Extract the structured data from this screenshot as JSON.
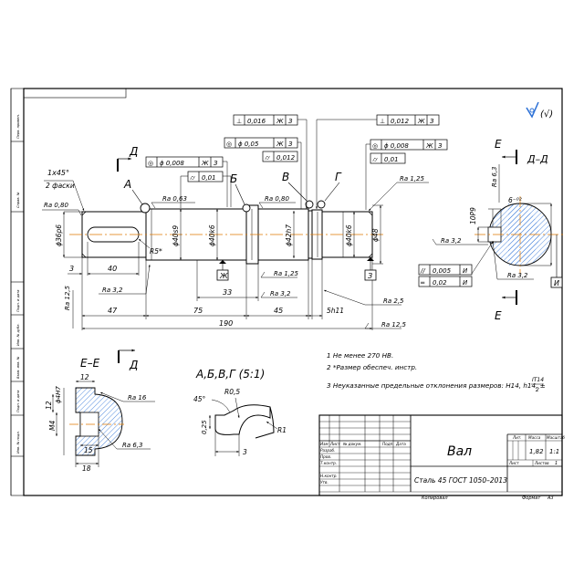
{
  "roughness_general": "(√)",
  "section_labels": {
    "D_top": "Д",
    "D_bottom": "Д",
    "E_top": "Е",
    "E_bottom": "Е",
    "DD": "Д–Д",
    "EE": "Е–Е",
    "detail": "А,Б,В,Г (5:1)"
  },
  "datum_letters": {
    "A": "А",
    "B": "Б",
    "V": "В",
    "G": "Г"
  },
  "datum_boxes": {
    "Zh": "Ж",
    "Z": "З",
    "I": "И"
  },
  "tolerance_frames": {
    "f1": [
      "⊥",
      "0,016",
      "Ж",
      "З"
    ],
    "f2": [
      "◎",
      "ϕ 0,05",
      "Ж",
      "З"
    ],
    "f3": [
      "⌭",
      "0,012"
    ],
    "f4": [
      "◎",
      "ϕ 0,008",
      "Ж",
      "З"
    ],
    "f5": [
      "⌭",
      "0,01"
    ],
    "f6": [
      "⊥",
      "0,012",
      "Ж",
      "З"
    ],
    "f7": [
      "◎",
      "ϕ 0,008",
      "Ж",
      "З"
    ],
    "f8": [
      "⌭",
      "0,01"
    ],
    "f9": [
      "//",
      "0,005",
      "И"
    ],
    "f10": [
      "═",
      "0,02",
      "И"
    ]
  },
  "roughness": {
    "r1": "Ra 0,80",
    "r2": "Ra 0,63",
    "r3": "Ra 0,80",
    "r4": "Ra 1,25",
    "r5": "Ra 3,2",
    "r6": "Ra 1,25",
    "r7": "Ra 3,2",
    "r8": "Ra 2,5",
    "r9": "Ra 12,5",
    "r10": "Ra 12,5",
    "r11": "Ra 3,2",
    "r12": "Ra 3,2",
    "r13": "Ra 6,3",
    "r14": "Ra 16",
    "r15": "Ra 6,3"
  },
  "dimensions": {
    "chamfer": "1x45°",
    "chamfer_note": "2 фаски",
    "d1": "ϕ36p6",
    "d2": "ϕ40s9",
    "d3": "ϕ40k6",
    "d4": "ϕ42h7",
    "d5": "ϕ40k6",
    "d6": "ϕ48",
    "l_3": "3",
    "l_40": "40",
    "l_47": "47",
    "l_75": "75",
    "l_33": "33",
    "l_45": "45",
    "l_5h11": "5h11",
    "l_190": "190",
    "r5": "R5*",
    "dd_width": "6⁻⁰²",
    "dd_depth": "10P9",
    "ee_d": "ϕ4H7",
    "ee_12a": "12",
    "ee_12b": "12",
    "ee_M4": "M4",
    "ee_15": "15",
    "ee_18": "18",
    "det_45": "45°",
    "det_R05": "R0,5",
    "det_R1": "R1",
    "det_025": "0,25",
    "det_3": "3"
  },
  "notes": [
    "1  Не менее 270 НВ.",
    "2  *Размер обеспеч. инстр.",
    "3  Неуказанные предельные отклонения размеров: H14, h14, ±"
  ],
  "note_fraction": {
    "num": "IT14",
    "den": "2"
  },
  "title_block": {
    "name": "Вал",
    "material": "Сталь 45  ГОСТ 1050–2013",
    "col_headers": [
      "Изм",
      "Лист",
      "№ докум.",
      "Подп.",
      "Дата"
    ],
    "roles": [
      "Разраб.",
      "Пров.",
      "Т.контр.",
      "Н.контр.",
      "Утв."
    ],
    "lit": "Лит.",
    "mass": "Масса",
    "scale": "Масштаб",
    "mass_value": "1,82",
    "scale_value": "1:1",
    "sheet_label": "Лист",
    "sheets_label": "Листов",
    "sheets_value": "1",
    "copied": "Копировал",
    "format": "Формат",
    "format_value": "А3"
  },
  "side_strip": [
    "Перв. примен.",
    "Справ. №",
    "Подп. и дата",
    "Инв. № дубл.",
    "Взам. инв. №",
    "Подп. и дата",
    "Инв. № подл."
  ]
}
